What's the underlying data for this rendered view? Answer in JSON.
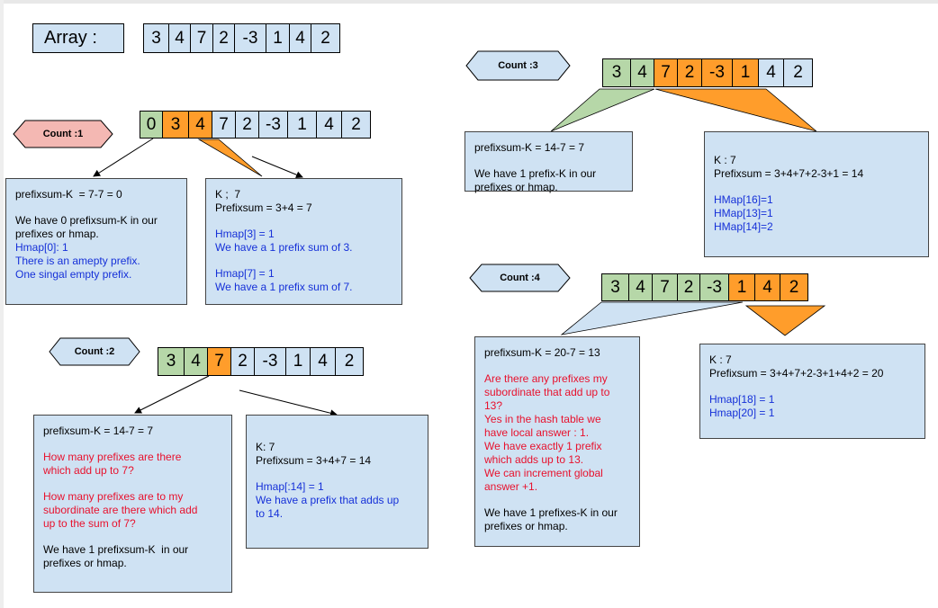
{
  "array_label": "Array :",
  "array": [
    "3",
    "4",
    "7",
    "2",
    "-3",
    "1",
    "4",
    "2"
  ],
  "counts": [
    {
      "label": "Count :1",
      "tag_color": "#f4b8b3",
      "cells": [
        "0",
        "3",
        "4",
        "7",
        "2",
        "-3",
        "1",
        "4",
        "2"
      ],
      "colors": [
        "g",
        "o",
        "o",
        "b",
        "b",
        "b",
        "b",
        "b",
        "b"
      ],
      "left_note": [
        {
          "t": "prefixsum-K  = 7-7 = 0",
          "c": "black"
        },
        {
          "t": "",
          "c": "gap"
        },
        {
          "t": "We have 0 prefixsum-K in our",
          "c": "black"
        },
        {
          "t": "prefixes or hmap.",
          "c": "black"
        },
        {
          "t": "Hmap[0]: 1",
          "c": "blue"
        },
        {
          "t": "There is an amepty prefix.",
          "c": "blue"
        },
        {
          "t": "One singal empty prefix.",
          "c": "blue"
        }
      ],
      "right_note": [
        {
          "t": "K ;  7",
          "c": "black"
        },
        {
          "t": "Prefixsum = 3+4 = 7",
          "c": "black"
        },
        {
          "t": "",
          "c": "gap"
        },
        {
          "t": "Hmap[3] = 1",
          "c": "blue"
        },
        {
          "t": "We have a 1 prefix sum of 3.",
          "c": "blue"
        },
        {
          "t": "",
          "c": "gap"
        },
        {
          "t": "Hmap[7] = 1",
          "c": "blue"
        },
        {
          "t": "We have a 1 prefix sum of 7.",
          "c": "blue"
        }
      ]
    },
    {
      "label": "Count :2",
      "tag_color": "#cfe2f3",
      "cells": [
        "3",
        "4",
        "7",
        "2",
        "-3",
        "1",
        "4",
        "2"
      ],
      "colors": [
        "g",
        "g",
        "o",
        "b",
        "b",
        "b",
        "b",
        "b"
      ],
      "left_note": [
        {
          "t": "prefixsum-K = 14-7 = 7",
          "c": "black"
        },
        {
          "t": "",
          "c": "gap"
        },
        {
          "t": "How many prefixes are there",
          "c": "red"
        },
        {
          "t": "which add up to 7?",
          "c": "red"
        },
        {
          "t": "",
          "c": "gap"
        },
        {
          "t": "How many prefixes are to my",
          "c": "red"
        },
        {
          "t": "subordinate are there which add",
          "c": "red"
        },
        {
          "t": "up to the sum of 7?",
          "c": "red"
        },
        {
          "t": "",
          "c": "gap"
        },
        {
          "t": "We have 1 prefixsum-K  in our",
          "c": "black"
        },
        {
          "t": "prefixes or hmap.",
          "c": "black"
        }
      ],
      "right_note": [
        {
          "t": "K: 7",
          "c": "black"
        },
        {
          "t": "Prefixsum = 3+4+7 = 14",
          "c": "black"
        },
        {
          "t": "",
          "c": "gap"
        },
        {
          "t": "Hmap[:14] = 1",
          "c": "blue"
        },
        {
          "t": "We have a prefix that adds up",
          "c": "blue"
        },
        {
          "t": "to 14.",
          "c": "blue"
        }
      ]
    },
    {
      "label": "Count :3",
      "tag_color": "#cfe2f3",
      "cells": [
        "3",
        "4",
        "7",
        "2",
        "-3",
        "1",
        "4",
        "2"
      ],
      "colors": [
        "g",
        "g",
        "o",
        "o",
        "o",
        "o",
        "b",
        "b"
      ],
      "left_note": [
        {
          "t": "prefixsum-K = 14-7 = 7",
          "c": "black"
        },
        {
          "t": "",
          "c": "gap"
        },
        {
          "t": "We have 1 prefix-K in our",
          "c": "black"
        },
        {
          "t": "prefixes or hmap.",
          "c": "black"
        }
      ],
      "right_note": [
        {
          "t": "K : 7",
          "c": "black"
        },
        {
          "t": "Prefixsum = 3+4+7+2-3+1 = 14",
          "c": "black"
        },
        {
          "t": "",
          "c": "gap"
        },
        {
          "t": "HMap[16]=1",
          "c": "blue"
        },
        {
          "t": "HMap[13]=1",
          "c": "blue"
        },
        {
          "t": "HMap[14]=2",
          "c": "blue"
        }
      ]
    },
    {
      "label": "Count :4",
      "tag_color": "#cfe2f3",
      "cells": [
        "3",
        "4",
        "7",
        "2",
        "-3",
        "1",
        "4",
        "2"
      ],
      "colors": [
        "g",
        "g",
        "g",
        "g",
        "g",
        "o",
        "o",
        "o"
      ],
      "left_note": [
        {
          "t": "prefixsum-K = 20-7 = 13",
          "c": "black"
        },
        {
          "t": "",
          "c": "gap"
        },
        {
          "t": "Are there any prefixes my",
          "c": "red"
        },
        {
          "t": "subordinate that add up to",
          "c": "red"
        },
        {
          "t": "13?",
          "c": "red"
        },
        {
          "t": "Yes in the hash table we",
          "c": "red"
        },
        {
          "t": "have local answer : 1.",
          "c": "red"
        },
        {
          "t": "We have exactly 1 prefix",
          "c": "red"
        },
        {
          "t": "which adds up to 13.",
          "c": "red"
        },
        {
          "t": "We can increment global",
          "c": "red"
        },
        {
          "t": "answer +1.",
          "c": "red"
        },
        {
          "t": "",
          "c": "gap"
        },
        {
          "t": "We have 1 prefixes-K in our",
          "c": "black"
        },
        {
          "t": "prefixes or hmap.",
          "c": "black"
        }
      ],
      "right_note": [
        {
          "t": "K : 7",
          "c": "black"
        },
        {
          "t": "Prefixsum = 3+4+7+2-3+1+4+2 = 20",
          "c": "black"
        },
        {
          "t": "",
          "c": "gap"
        },
        {
          "t": "Hmap[18] = 1",
          "c": "blue"
        },
        {
          "t": "Hmap[20] = 1",
          "c": "blue"
        }
      ]
    }
  ],
  "colors": {
    "box": "#cfe2f3",
    "green": "#b6d7a8",
    "orange": "#ff9d2b",
    "red_text": "#e8112d",
    "blue_text": "#1530d8",
    "count1_tag": "#f4b8b3"
  }
}
